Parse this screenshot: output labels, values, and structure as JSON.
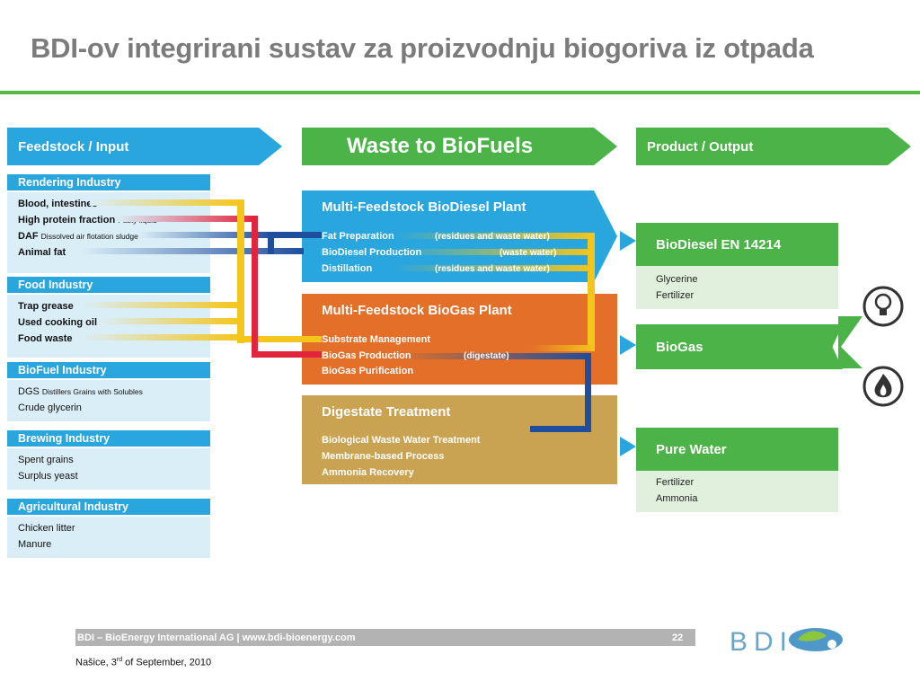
{
  "title": "BDI-ov integrirani sustav za proizvodnju biogoriva iz otpada",
  "headers": {
    "input": "Feedstock / Input",
    "center": "Waste to BioFuels",
    "output": "Product / Output"
  },
  "categories": [
    {
      "title": "Rendering Industry",
      "items": [
        {
          "main": "Blood, intestines",
          "sub": ""
        },
        {
          "main": "High protein fraction",
          "sub": "Pasty liquid"
        },
        {
          "main": "DAF",
          "sub": "Dissolved air flotation sludge"
        },
        {
          "main": "Animal fat",
          "sub": ""
        }
      ]
    },
    {
      "title": "Food Industry",
      "items": [
        {
          "main": "Trap grease",
          "sub": ""
        },
        {
          "main": "Used cooking oil",
          "sub": ""
        },
        {
          "main": "Food waste",
          "sub": ""
        }
      ]
    },
    {
      "title": "BioFuel Industry",
      "items": [
        {
          "main": "DGS",
          "sub": "Distillers Grains with Solubles"
        },
        {
          "main": "Crude glycerin",
          "sub": ""
        }
      ]
    },
    {
      "title": "Brewing Industry",
      "items": [
        {
          "main": "Spent grains",
          "sub": ""
        },
        {
          "main": "Surplus yeast",
          "sub": ""
        }
      ]
    },
    {
      "title": "Agricultural Industry",
      "items": [
        {
          "main": "Chicken litter",
          "sub": ""
        },
        {
          "main": "Manure",
          "sub": ""
        }
      ]
    }
  ],
  "plants": [
    {
      "title": "Multi-Feedstock BioDiesel Plant",
      "lines": [
        "Fat Preparation",
        "BioDiesel Production",
        "Distillation"
      ],
      "notes": [
        "(residues and waste water)",
        "(waste water)",
        "(residues and waste water)"
      ]
    },
    {
      "title": "Multi-Feedstock BioGas Plant",
      "lines": [
        "Substrate Management",
        "BioGas Production",
        "BioGas Purification"
      ],
      "notes": [
        "(digestate)"
      ]
    },
    {
      "title": "Digestate Treatment",
      "lines": [
        "Biological Waste Water Treatment",
        "Membrane-based Process",
        "Ammonia Recovery"
      ]
    }
  ],
  "outputs": [
    {
      "title": "BioDiesel EN 14214",
      "items": [
        "Glycerine",
        "Fertilizer"
      ]
    },
    {
      "title": "BioGas",
      "items": []
    },
    {
      "title": "Pure Water",
      "items": [
        "Fertilizer",
        "Ammonia"
      ]
    }
  ],
  "icons": [
    "light-bulb-icon",
    "flame-icon"
  ],
  "colors": {
    "blue": "#29a6dd",
    "green": "#4bb347",
    "orange": "#e36f28",
    "gold": "#c9a352",
    "yellow": "#f4c51a",
    "red": "#e2253c",
    "navy": "#1f4e9c"
  },
  "footer": {
    "company": "BDI – BioEnergy International AG  |  www.bdi-bioenergy.com",
    "page": "22",
    "date_prefix": "Našice, 3",
    "date_sup": "rd",
    "date_suffix": " of September, 2010",
    "logo": "BDI"
  }
}
